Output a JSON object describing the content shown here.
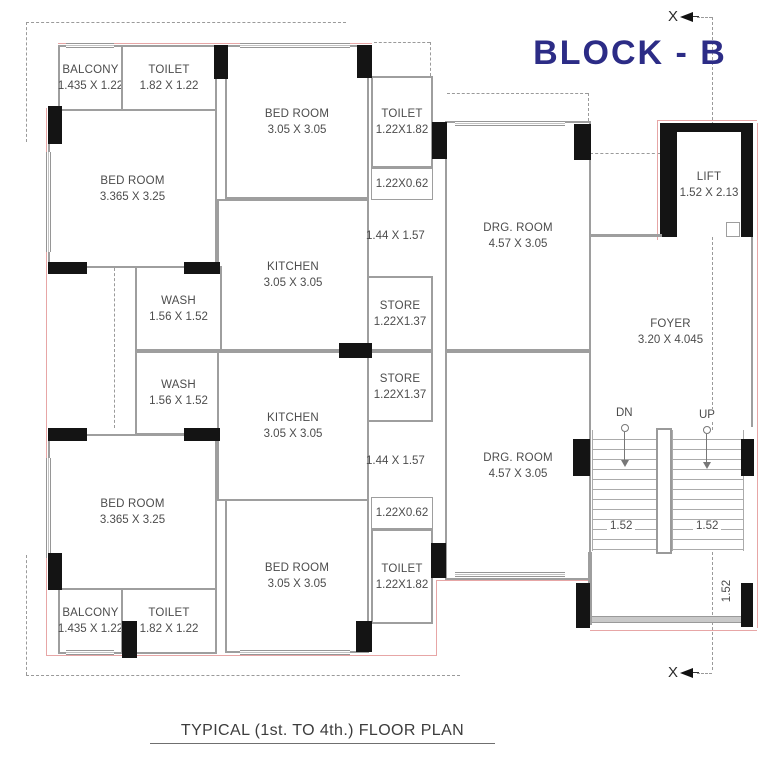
{
  "title": "BLOCK - B",
  "caption": "TYPICAL (1st. TO 4th.) FLOOR PLAN",
  "colors": {
    "title_blue": "#2c2c86",
    "wall_gray": "#9e9e9e",
    "column_black": "#141414",
    "exterior_pink": "#e7a6a6",
    "label_gray": "#4c4c4c"
  },
  "rooms": [
    {
      "name": "BALCONY",
      "dims": "1.435 X 1.22"
    },
    {
      "name": "TOILET",
      "dims": "1.82 X 1.22"
    },
    {
      "name": "BED ROOM",
      "dims": "3.365 X 3.25"
    },
    {
      "name": "BED ROOM",
      "dims": "3.05 X 3.05"
    },
    {
      "name": "TOILET",
      "dims": "1.22X1.82"
    },
    {
      "name": "DRG. ROOM",
      "dims": "4.57 X 3.05"
    },
    {
      "name": "LIFT",
      "dims": "1.52 X 2.13"
    },
    {
      "name": "KITCHEN",
      "dims": "3.05 X 3.05"
    },
    {
      "name": "WASH",
      "dims": "1.56 X 1.52"
    },
    {
      "name": "STORE",
      "dims": "1.22X1.37"
    },
    {
      "name": "FOYER",
      "dims": "3.20 X 4.045"
    },
    {
      "name": "WASH",
      "dims": "1.56 X 1.52"
    },
    {
      "name": "STORE",
      "dims": "1.22X1.37"
    },
    {
      "name": "KITCHEN",
      "dims": "3.05 X 3.05"
    },
    {
      "name": "DRG. ROOM",
      "dims": "4.57 X 3.05"
    },
    {
      "name": "BED ROOM",
      "dims": "3.365 X 3.25"
    },
    {
      "name": "BED ROOM",
      "dims": "3.05 X 3.05"
    },
    {
      "name": "TOILET",
      "dims": "1.22X1.82"
    },
    {
      "name": "BALCONY",
      "dims": "1.435 X 1.22"
    },
    {
      "name": "TOILET",
      "dims": "1.82 X 1.22"
    }
  ],
  "annotations": {
    "passage_top": "1.22X0.62",
    "passage_bottom": "1.22X0.62",
    "hall_top": "1.44 X 1.57",
    "hall_bottom": "1.44 X 1.57",
    "stair_down": "DN",
    "stair_up": "UP",
    "flight_left_width": "1.52",
    "flight_right_width": "1.52",
    "landing_depth": "1.52",
    "section_marker_top": "X",
    "section_marker_bottom": "X"
  }
}
